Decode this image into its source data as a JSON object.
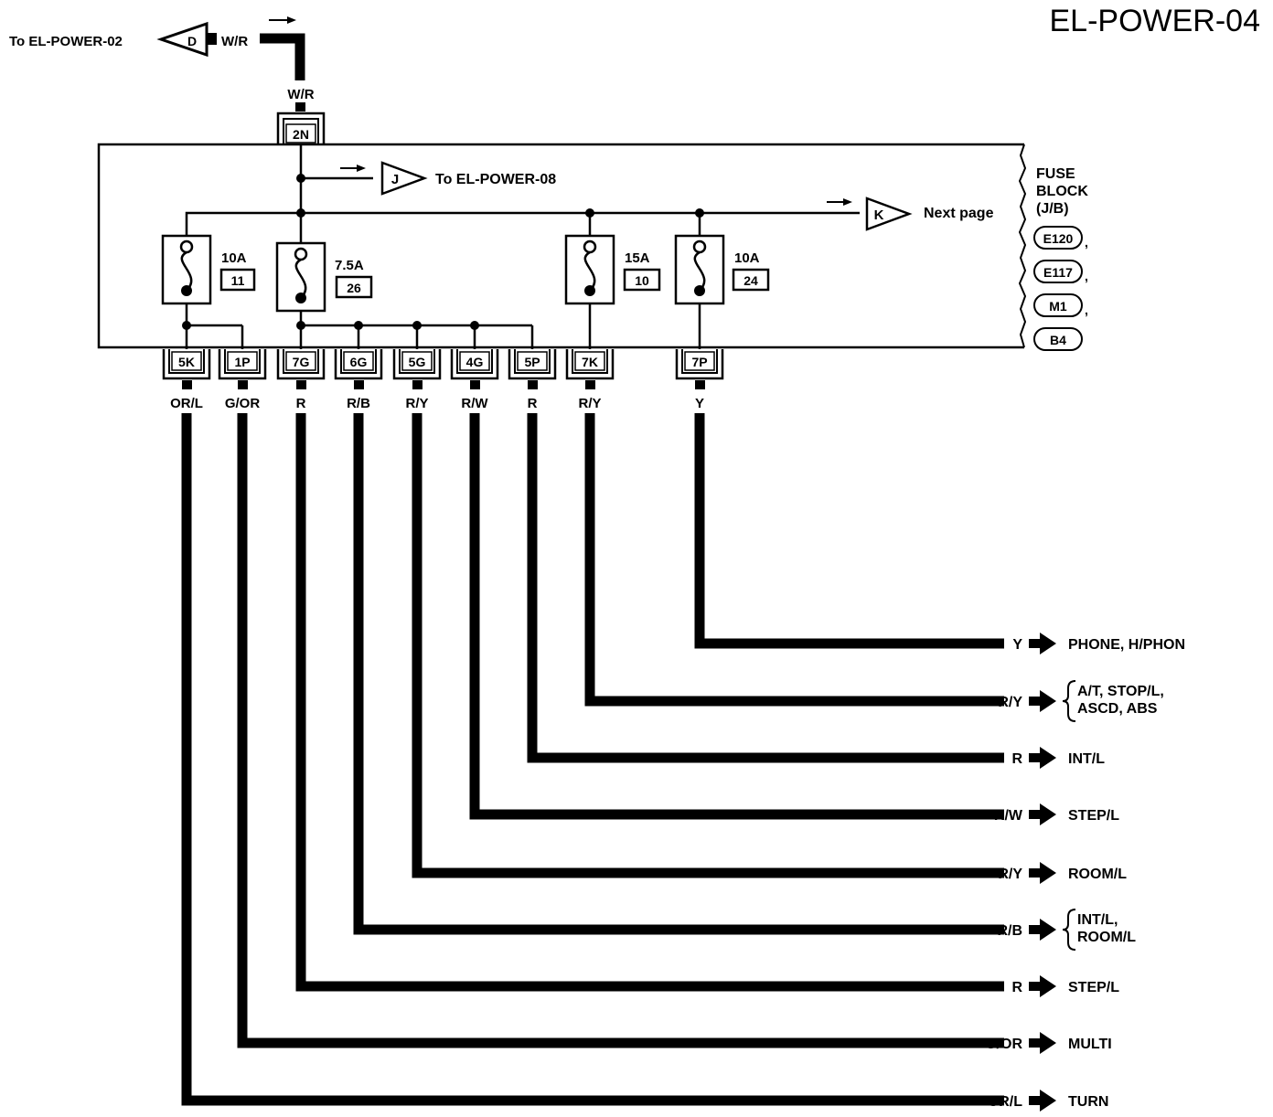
{
  "header": {
    "page_id": "EL-POWER-04",
    "top_ref": "To EL-POWER-02",
    "top_connector": "D",
    "top_wire": "W/R",
    "input_wire": "W/R",
    "input_terminal": "2N"
  },
  "jb": {
    "label": [
      "FUSE",
      "BLOCK",
      "(J/B)"
    ],
    "connectors": [
      "E120",
      "E117",
      "M1",
      "B4"
    ],
    "ref_j": {
      "letter": "J",
      "text": "To EL-POWER-08"
    },
    "ref_k": {
      "letter": "K",
      "text": "Next page"
    }
  },
  "fuses": [
    {
      "rating": "10A",
      "number": "11"
    },
    {
      "rating": "7.5A",
      "number": "26"
    },
    {
      "rating": "15A",
      "number": "10"
    },
    {
      "rating": "10A",
      "number": "24"
    }
  ],
  "terminals": [
    {
      "id": "5K",
      "wire": "OR/L"
    },
    {
      "id": "1P",
      "wire": "G/OR"
    },
    {
      "id": "7G",
      "wire": "R"
    },
    {
      "id": "6G",
      "wire": "R/B"
    },
    {
      "id": "5G",
      "wire": "R/Y"
    },
    {
      "id": "4G",
      "wire": "R/W"
    },
    {
      "id": "5P",
      "wire": "R"
    },
    {
      "id": "7K",
      "wire": "R/Y"
    },
    {
      "id": "7P",
      "wire": "Y"
    }
  ],
  "outputs": [
    {
      "wire": "Y",
      "dest": [
        "PHONE, H/PHON"
      ],
      "brace": false
    },
    {
      "wire": "R/Y",
      "dest": [
        "A/T, STOP/L,",
        "ASCD, ABS"
      ],
      "brace": true
    },
    {
      "wire": "R",
      "dest": [
        "INT/L"
      ],
      "brace": false
    },
    {
      "wire": "R/W",
      "dest": [
        "STEP/L"
      ],
      "brace": false
    },
    {
      "wire": "R/Y",
      "dest": [
        "ROOM/L"
      ],
      "brace": false
    },
    {
      "wire": "R/B",
      "dest": [
        "INT/L,",
        "ROOM/L"
      ],
      "brace": true
    },
    {
      "wire": "R",
      "dest": [
        "STEP/L"
      ],
      "brace": false
    },
    {
      "wire": "G/OR",
      "dest": [
        "MULTI"
      ],
      "brace": false
    },
    {
      "wire": "OR/L",
      "dest": [
        "TURN"
      ],
      "brace": false
    }
  ]
}
